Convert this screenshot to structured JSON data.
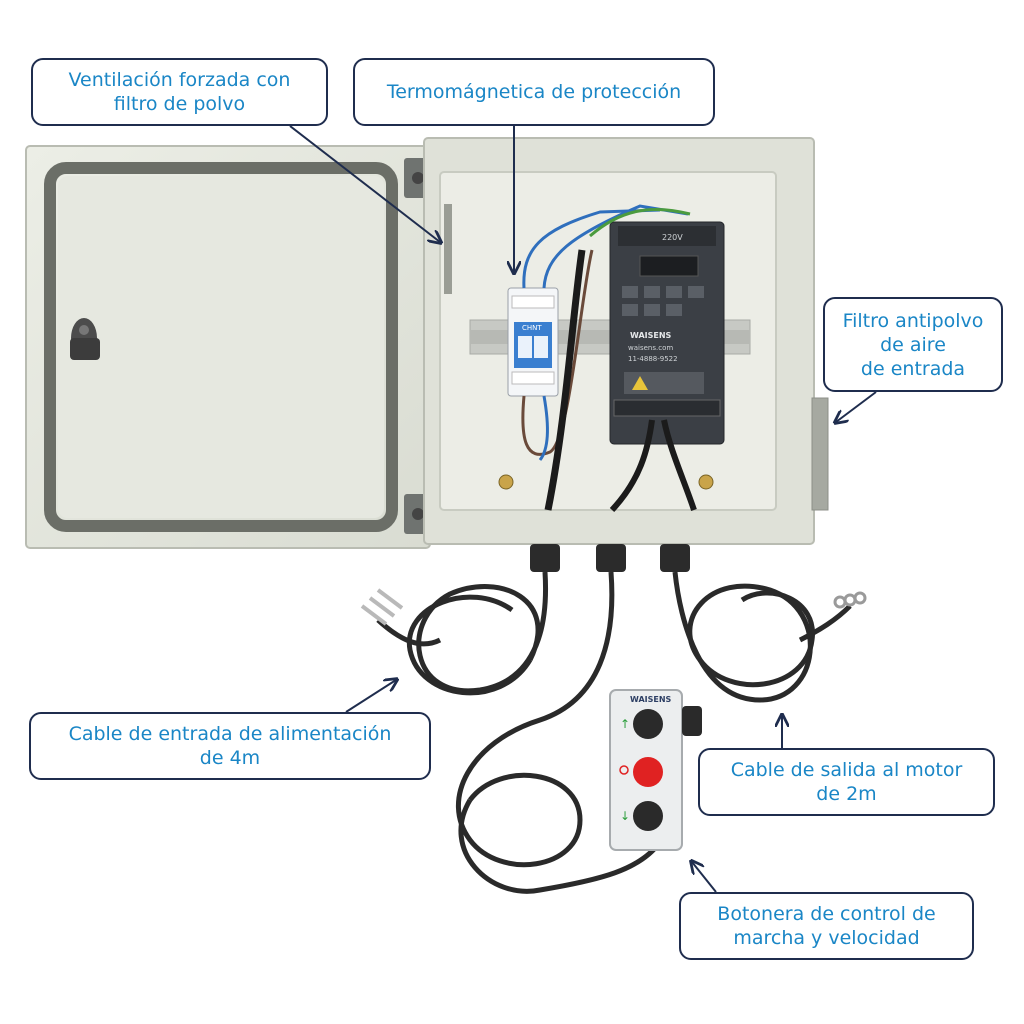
{
  "callouts": {
    "ventilacion": {
      "line1": "Ventilación forzada con",
      "line2": "filtro de polvo"
    },
    "termomagnetica": {
      "line1": "Termomágnetica de protección"
    },
    "filtro": {
      "line1": "Filtro antipolvo",
      "line2": "de aire",
      "line3": "de entrada"
    },
    "cable_entrada": {
      "line1": "Cable de entrada de alimentación",
      "line2": "de 4m"
    },
    "cable_salida": {
      "line1": "Cable de salida al motor",
      "line2": "de 2m"
    },
    "botonera": {
      "line1": "Botonera de control de",
      "line2": "marcha y velocidad"
    }
  },
  "device_labels": {
    "breaker_brand": "CHNT",
    "vfd_brand": "WAISENS",
    "vfd_web": "waisens.com",
    "vfd_phone": "11-4888-9522",
    "vfd_voltage": "220V",
    "pendant_brand": "WAISENS"
  },
  "colors": {
    "callout_border": "#1f2d4e",
    "callout_text": "#1a86c6",
    "cabinet": "#e4e6dc",
    "gasket": "#6b6e67",
    "vfd_body": "#3b3f45",
    "stop_button": "#e02222",
    "start_button": "#2a2a2a"
  }
}
